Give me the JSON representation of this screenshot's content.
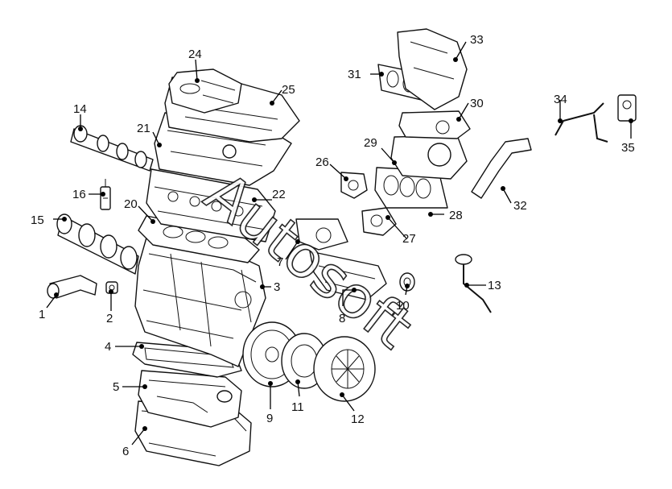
{
  "watermark": "Autosoft",
  "callouts": [
    {
      "id": "1",
      "label": "1"
    },
    {
      "id": "2",
      "label": "2"
    },
    {
      "id": "3",
      "label": "3"
    },
    {
      "id": "4",
      "label": "4"
    },
    {
      "id": "5",
      "label": "5"
    },
    {
      "id": "6",
      "label": "6"
    },
    {
      "id": "7",
      "label": "7"
    },
    {
      "id": "8",
      "label": "8"
    },
    {
      "id": "9",
      "label": "9"
    },
    {
      "id": "10",
      "label": "10"
    },
    {
      "id": "11",
      "label": "11"
    },
    {
      "id": "12",
      "label": "12"
    },
    {
      "id": "13",
      "label": "13"
    },
    {
      "id": "14",
      "label": "14"
    },
    {
      "id": "15",
      "label": "15"
    },
    {
      "id": "16",
      "label": "16"
    },
    {
      "id": "20",
      "label": "20"
    },
    {
      "id": "21",
      "label": "21"
    },
    {
      "id": "22",
      "label": "22"
    },
    {
      "id": "24",
      "label": "24"
    },
    {
      "id": "25",
      "label": "25"
    },
    {
      "id": "26",
      "label": "26"
    },
    {
      "id": "27",
      "label": "27"
    },
    {
      "id": "28",
      "label": "28"
    },
    {
      "id": "29",
      "label": "29"
    },
    {
      "id": "30",
      "label": "30"
    },
    {
      "id": "31",
      "label": "31"
    },
    {
      "id": "32",
      "label": "32"
    },
    {
      "id": "33",
      "label": "33"
    },
    {
      "id": "34",
      "label": "34"
    },
    {
      "id": "35",
      "label": "35"
    }
  ]
}
